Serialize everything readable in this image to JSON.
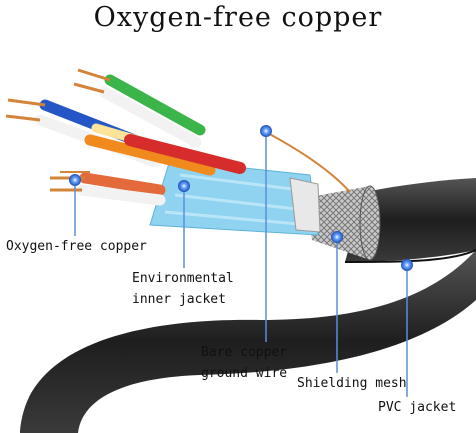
{
  "title": "Oxygen-free copper",
  "labels": {
    "oxygen_free_copper": "Oxygen-free copper",
    "environmental_line1": "Environmental",
    "environmental_line2": "inner jacket",
    "bare_copper_line1": "Bare copper",
    "bare_copper_line2": "ground wire",
    "shielding_mesh": "Shielding mesh",
    "pvc_jacket": "PVC jacket"
  },
  "colors": {
    "cable_jacket": "#2b2b2b",
    "foil_shield": "#8fd3f0",
    "copper": "#d4843a",
    "marker": "#2f6fd6",
    "leader_line": "#5a8fd8"
  }
}
